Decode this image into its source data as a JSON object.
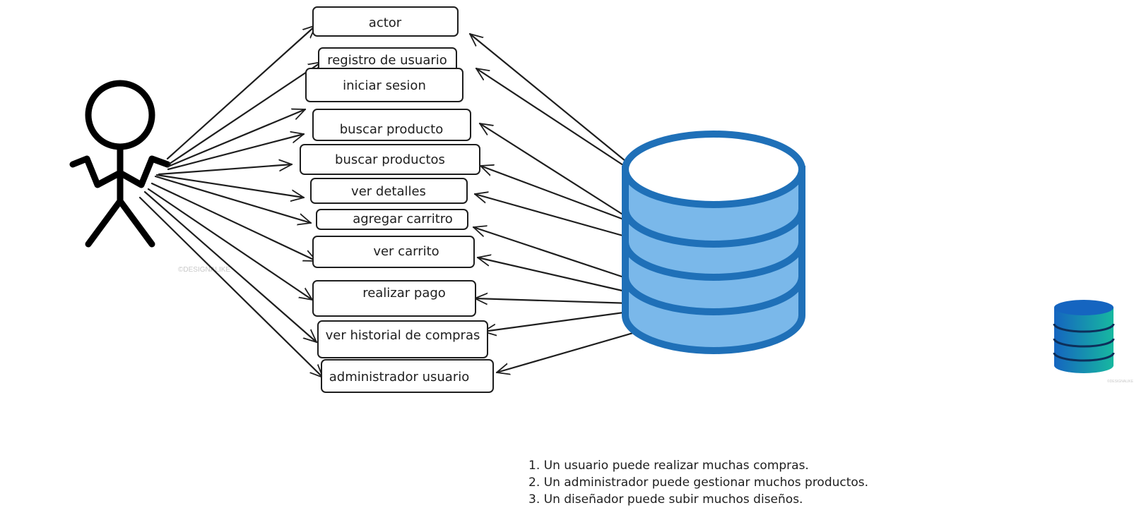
{
  "use_cases": [
    "actor",
    "registro de usuario",
    "iniciar sesion",
    "buscar producto",
    "buscar productos",
    "ver detalles",
    "agregar carritro",
    "ver carrito",
    "realizar pago",
    "ver historial de compras",
    "administrador usuario"
  ],
  "icons": {
    "actor": "stick-figure-icon",
    "main_database": "database-icon",
    "small_database": "database-icon"
  },
  "watermarks": {
    "actor_icon": "©DESIGNALIKE",
    "database_icon": "©DESIGNALIKE"
  },
  "notes": [
    "1. Un usuario puede realizar muchas compras.",
    "2. Un administrador puede gestionar muchos productos.",
    "3. Un diseñador puede subir muchos diseños."
  ],
  "colors": {
    "ink": "#1e1e1e",
    "db_fill": "#7ab8ea",
    "db_stroke": "#1f70b8",
    "db_small_left": "#1565c0",
    "db_small_right": "#17b8a0"
  }
}
